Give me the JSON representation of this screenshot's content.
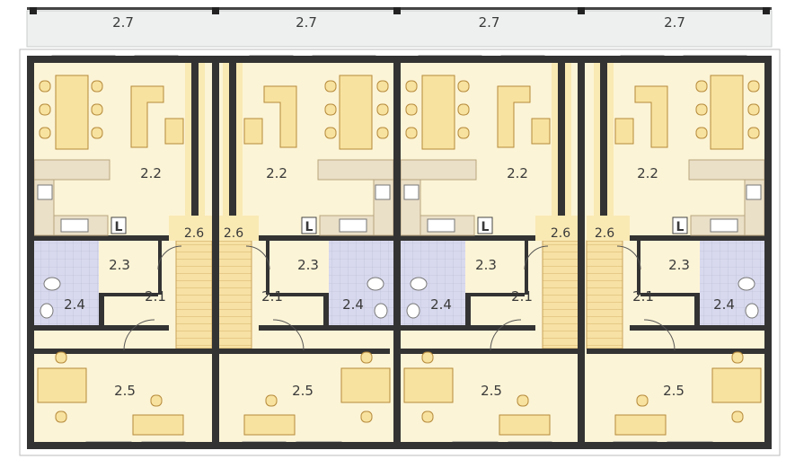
{
  "plan": {
    "units": [
      {
        "id": "unit-1",
        "labels": {
          "top": "2.7",
          "living": "2.2",
          "hall": "2.1",
          "wc": "2.3",
          "bath": "2.4",
          "stairs": "2.6",
          "room": "2.5"
        }
      },
      {
        "id": "unit-2",
        "labels": {
          "top": "2.7",
          "living": "2.2",
          "hall": "2.1",
          "wc": "2.3",
          "bath": "2.4",
          "stairs": "2.6",
          "room": "2.5"
        }
      },
      {
        "id": "unit-3",
        "labels": {
          "top": "2.7",
          "living": "2.2",
          "hall": "2.1",
          "wc": "2.3",
          "bath": "2.4",
          "stairs": "2.6",
          "room": "2.5"
        }
      },
      {
        "id": "unit-4",
        "labels": {
          "top": "2.7",
          "living": "2.2",
          "hall": "2.1",
          "wc": "2.3",
          "bath": "2.4",
          "stairs": "2.6",
          "room": "2.5"
        }
      }
    ],
    "appliance_label": "L",
    "colors": {
      "wall": "#333333",
      "living": "#fcf4d6",
      "bath": "#d8d9ee",
      "furniture": "#f8e29f",
      "stairs": "#f7e1a4"
    }
  }
}
